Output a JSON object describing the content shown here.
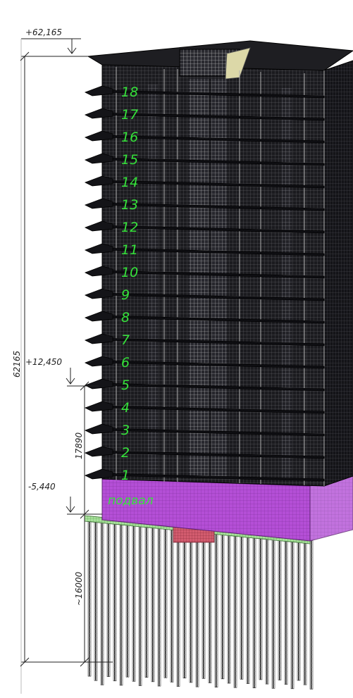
{
  "drawing": {
    "top_level_mark": "+62,165",
    "mid_level_mark": "+12,450",
    "base_level_mark": "-5,440",
    "total_height_dim": "62165",
    "lower_height_dim": "17890",
    "pile_length_dim": "~16000",
    "basement_label": "подвал",
    "floor_labels": [
      "18",
      "17",
      "16",
      "15",
      "14",
      "13",
      "12",
      "11",
      "10",
      "9",
      "8",
      "7",
      "6",
      "5",
      "4",
      "3",
      "2",
      "1"
    ]
  },
  "colors": {
    "structure": "#1b1b1f",
    "mesh": "#c9c9c9",
    "floor_label": "#35e23a",
    "basement": "#b44fd6",
    "foundation_slab": "#a8e29b",
    "pile_cap": "#d35c6f",
    "dimension_line": "#222222"
  }
}
